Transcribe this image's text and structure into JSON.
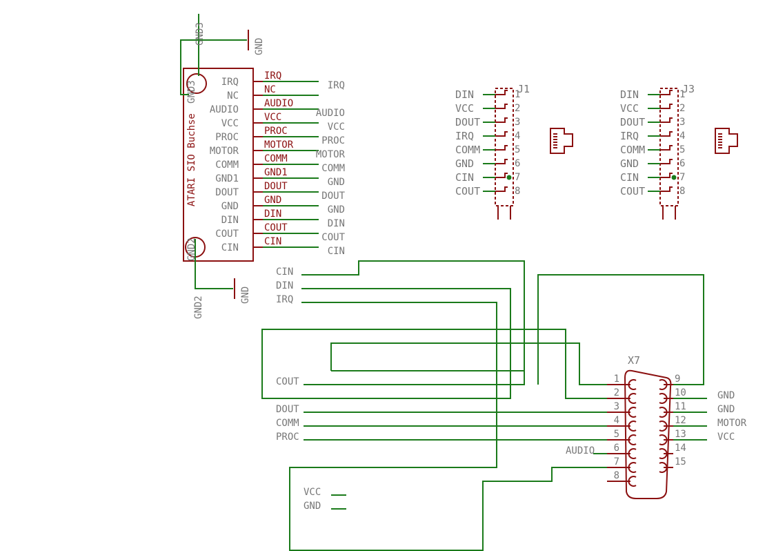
{
  "sio": {
    "title": "ATARI SIO Buchse",
    "pins": [
      "IRQ",
      "NC",
      "AUDIO",
      "VCC",
      "PROC",
      "MOTOR",
      "COMM",
      "GND1",
      "DOUT",
      "GND",
      "DIN",
      "COUT",
      "CIN"
    ],
    "wire_labels": [
      "IRQ",
      "NC",
      "AUDIO",
      "VCC",
      "PROC",
      "MOTOR",
      "COMM",
      "GND1",
      "DOUT",
      "GND",
      "DIN",
      "COUT",
      "CIN"
    ],
    "net_labels": [
      "IRQ",
      "AUDIO",
      "VCC",
      "PROC",
      "MOTOR",
      "COMM",
      "GND",
      "DOUT",
      "GND",
      "DIN",
      "COUT",
      "CIN"
    ],
    "gnd3": "GND3",
    "gnd2": "GND2",
    "gnd_a": "GND",
    "gnd_b": "GND"
  },
  "j1": {
    "name": "J1",
    "labels": [
      "DIN",
      "VCC",
      "DOUT",
      "IRQ",
      "COMM",
      "GND",
      "CIN",
      "COUT"
    ],
    "numbers": [
      "1",
      "2",
      "3",
      "4",
      "5",
      "6",
      "7",
      "8"
    ]
  },
  "j3": {
    "name": "J3",
    "labels": [
      "DIN",
      "VCC",
      "DOUT",
      "IRQ",
      "COMM",
      "GND",
      "CIN",
      "COUT"
    ],
    "numbers": [
      "1",
      "2",
      "3",
      "4",
      "5",
      "6",
      "7",
      "8"
    ]
  },
  "left_nets": [
    "CIN",
    "DIN",
    "IRQ"
  ],
  "lower_nets": [
    "COUT",
    "DOUT",
    "COMM",
    "PROC"
  ],
  "x7": {
    "name": "X7",
    "left_numbers": [
      "1",
      "2",
      "3",
      "4",
      "5",
      "6",
      "7",
      "8"
    ],
    "right_numbers": [
      "9",
      "10",
      "11",
      "12",
      "13",
      "14",
      "15"
    ],
    "right_labels": [
      "GND",
      "GND",
      "MOTOR",
      "VCC"
    ],
    "audio": "AUDIO"
  },
  "power_nets": [
    "VCC",
    "GND"
  ]
}
